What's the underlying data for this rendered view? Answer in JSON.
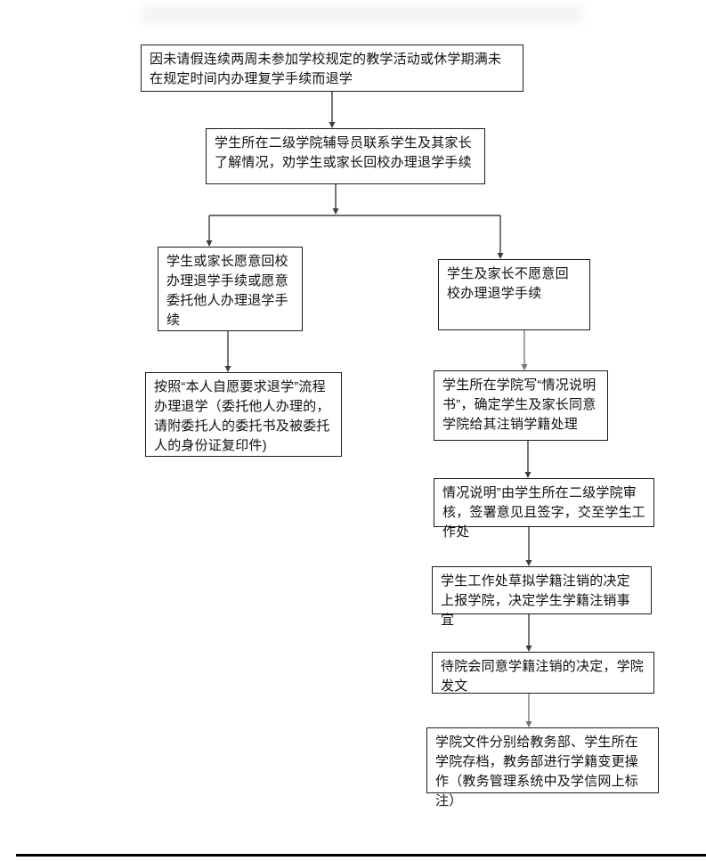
{
  "colors": {
    "box_border": "#1c1c1c",
    "box_fill": "#ffffff",
    "text": "#111111",
    "connector": "#3d3d3d",
    "connector_light": "#8c8c8c",
    "bottom_rule": "#000000"
  },
  "flowchart": {
    "nodes": [
      {
        "id": "cause",
        "text": "因未请假连续两周未参加学校规定的教学活动或休学期满未在规定时间内办理复学手续而退学"
      },
      {
        "id": "counselor-contact",
        "text": "学生所在二级学院辅导员联系学生及其家长了解情况，劝学生或家长回校办理退学手续"
      },
      {
        "id": "willing-return",
        "text": "学生或家长愿意回校办理退学手续或愿意委托他人办理退学手续"
      },
      {
        "id": "unwilling-return",
        "text": "学生及家长不愿意回校办理退学手续"
      },
      {
        "id": "voluntary-withdrawal-process",
        "text": "按照“本人自愿要求退学”流程办理退学（委托他人办理的，请附委托人的委托书及被委托人的身份证复印件)"
      },
      {
        "id": "situation-statement",
        "text": "学生所在学院写“情况说明书”，确定学生及家长同意学院给其注销学籍处理"
      },
      {
        "id": "college-review",
        "text": "情况说明”由学生所在二级学院审核，签署意见且签字，交至学生工作处"
      },
      {
        "id": "draft-decision",
        "text": "学生工作处草拟学籍注销的决定上报学院，决定学生学籍注销事宜"
      },
      {
        "id": "council-approval",
        "text": "待院会同意学籍注销的决定，学院发文"
      },
      {
        "id": "archive-update",
        "text": "学院文件分别给教务部、学生所在学院存档，教务部进行学籍变更操作（教务管理系统中及学信网上标注）"
      }
    ],
    "edges": [
      {
        "from": "cause",
        "to": "counselor-contact"
      },
      {
        "from": "counselor-contact",
        "to": "willing-return"
      },
      {
        "from": "counselor-contact",
        "to": "unwilling-return"
      },
      {
        "from": "willing-return",
        "to": "voluntary-withdrawal-process"
      },
      {
        "from": "unwilling-return",
        "to": "situation-statement"
      },
      {
        "from": "situation-statement",
        "to": "college-review"
      },
      {
        "from": "college-review",
        "to": "draft-decision"
      },
      {
        "from": "draft-decision",
        "to": "council-approval"
      },
      {
        "from": "council-approval",
        "to": "archive-update"
      }
    ]
  }
}
